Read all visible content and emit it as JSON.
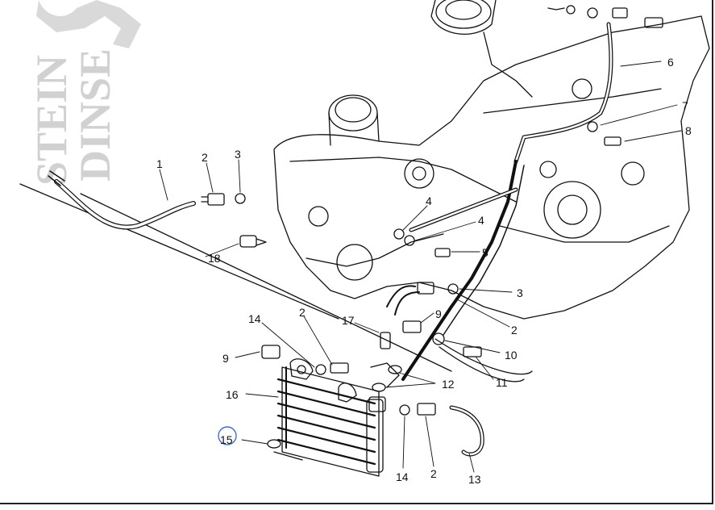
{
  "watermark": {
    "line1": "STEIN",
    "line2": "DINSE"
  },
  "callouts": [
    {
      "id": "c1a",
      "text": "1"
    },
    {
      "id": "c2a",
      "text": "2"
    },
    {
      "id": "c3a",
      "text": "3"
    },
    {
      "id": "c6",
      "text": "6"
    },
    {
      "id": "c7",
      "text": "7"
    },
    {
      "id": "c8",
      "text": "8"
    },
    {
      "id": "c4a",
      "text": "4"
    },
    {
      "id": "c4b",
      "text": "4"
    },
    {
      "id": "c5",
      "text": "5"
    },
    {
      "id": "c18",
      "text": "18"
    },
    {
      "id": "c3b",
      "text": "3"
    },
    {
      "id": "c2b",
      "text": "2"
    },
    {
      "id": "c9a",
      "text": "9"
    },
    {
      "id": "c10",
      "text": "10"
    },
    {
      "id": "c11",
      "text": "11"
    },
    {
      "id": "c12",
      "text": "12"
    },
    {
      "id": "c14a",
      "text": "14"
    },
    {
      "id": "c2c",
      "text": "2"
    },
    {
      "id": "c17",
      "text": "17"
    },
    {
      "id": "c9b",
      "text": "9"
    },
    {
      "id": "c16",
      "text": "16"
    },
    {
      "id": "c15",
      "text": "15"
    },
    {
      "id": "c14b",
      "text": "14"
    },
    {
      "id": "c2d",
      "text": "2"
    },
    {
      "id": "c13",
      "text": "13"
    }
  ],
  "colors": {
    "line": "#111111",
    "watermark": "#c9c9c9",
    "highlight_ring": "#3b6fd6"
  }
}
